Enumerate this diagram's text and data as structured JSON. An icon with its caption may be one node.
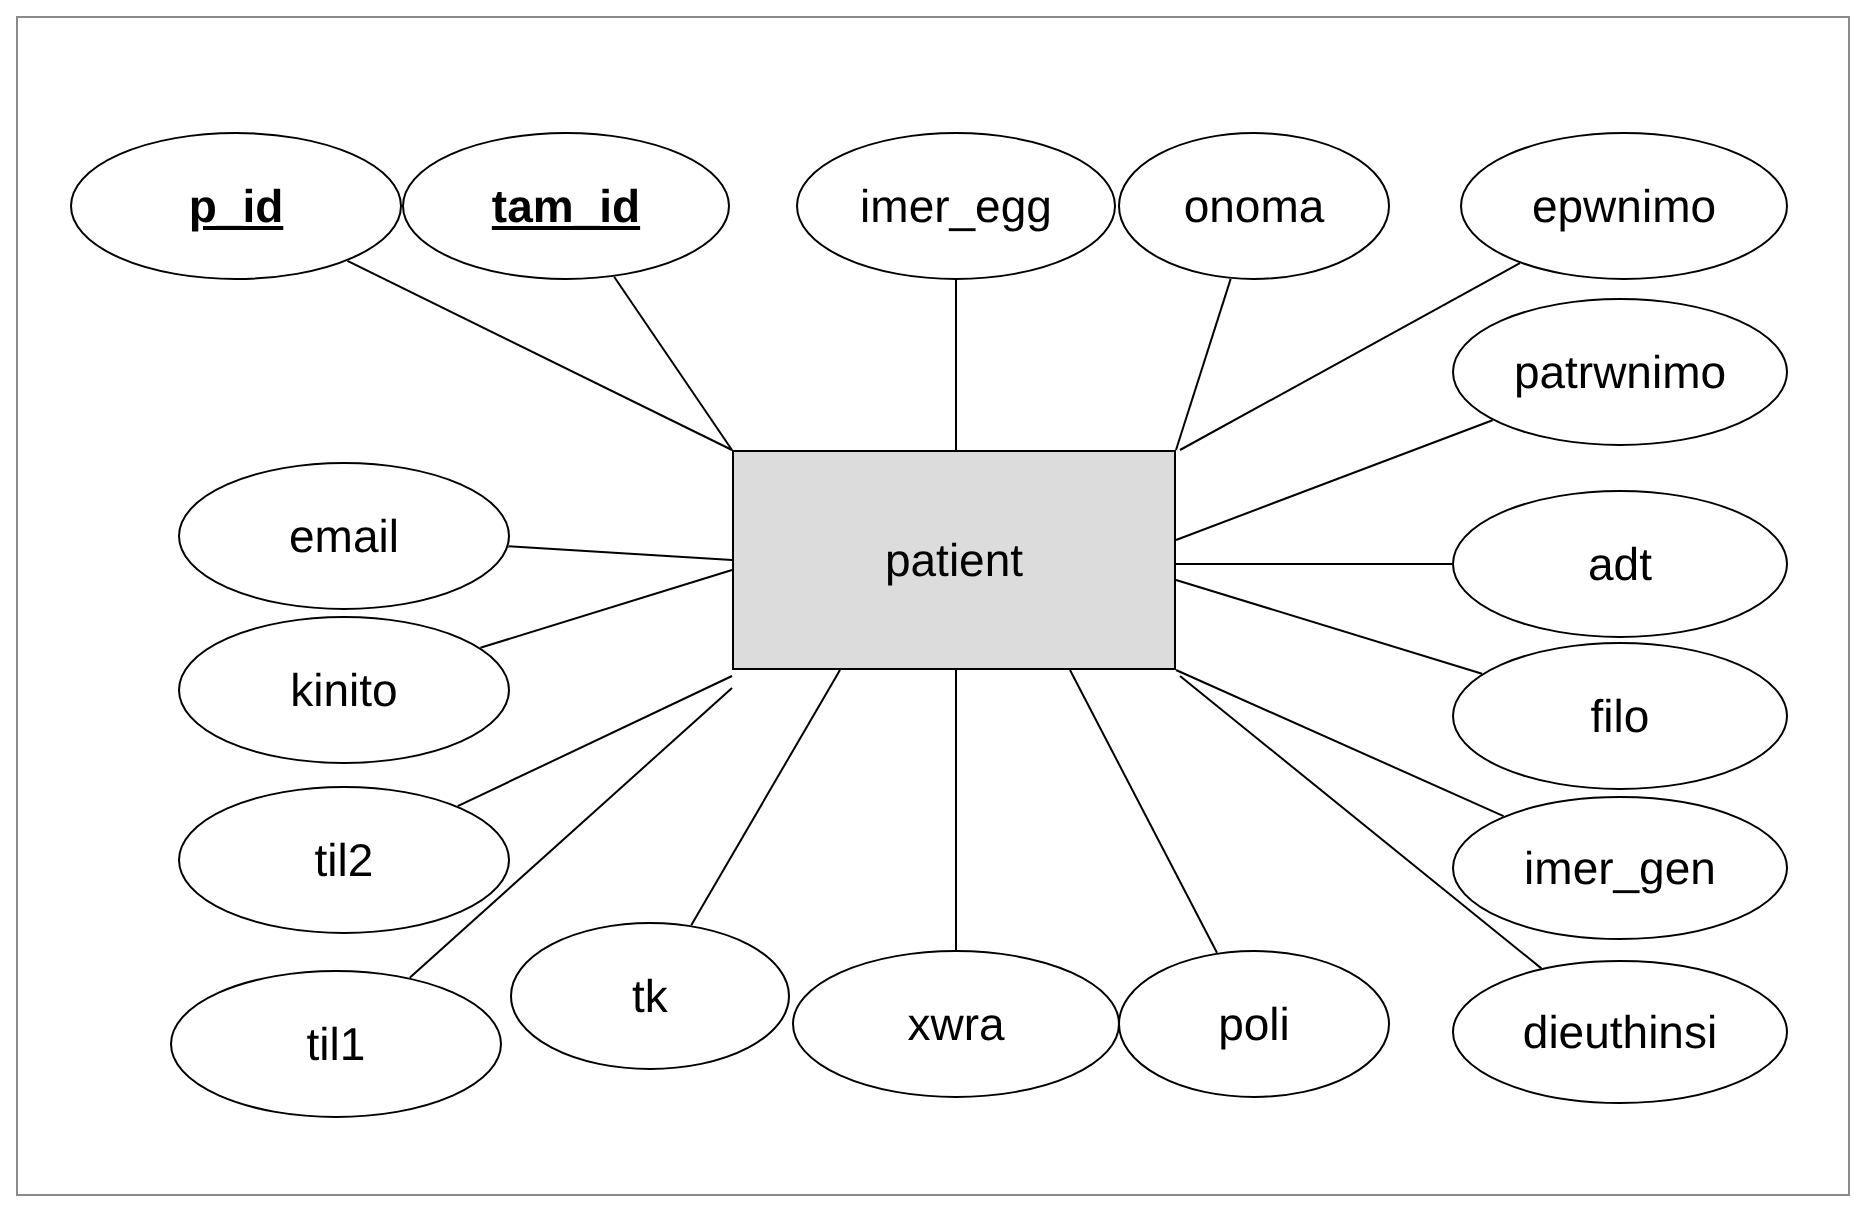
{
  "diagram": {
    "nodes": [
      {
        "text": [
          "patient"
        ]
      },
      {
        "text": [
          "p_id"
        ]
      },
      {
        "text": [
          "tam_id"
        ]
      },
      {
        "text": [
          "imer_egg"
        ]
      },
      {
        "text": [
          "onoma"
        ]
      },
      {
        "text": [
          "epwnimo"
        ]
      },
      {
        "text": [
          "patrwnimo"
        ]
      },
      {
        "text": [
          "email"
        ]
      },
      {
        "text": [
          "adt"
        ]
      },
      {
        "text": [
          "kinito"
        ]
      },
      {
        "text": [
          "filo"
        ]
      },
      {
        "text": [
          "til2"
        ]
      },
      {
        "text": [
          "imer_gen"
        ]
      },
      {
        "text": [
          "til1"
        ]
      },
      {
        "text": [
          "tk"
        ]
      },
      {
        "text": [
          "xwra"
        ]
      },
      {
        "text": [
          "poli"
        ]
      },
      {
        "text": [
          "dieuthinsi"
        ]
      }
    ],
    "edges": [
      {
        "from": 0,
        "to": 1,
        "arrow": "none"
      },
      {
        "from": 0,
        "to": 2,
        "arrow": "none"
      },
      {
        "from": 0,
        "to": 3,
        "arrow": "none"
      },
      {
        "from": 0,
        "to": 4,
        "arrow": "none"
      },
      {
        "from": 0,
        "to": 5,
        "arrow": "none"
      },
      {
        "from": 0,
        "to": 6,
        "arrow": "none"
      },
      {
        "from": 0,
        "to": 7,
        "arrow": "none"
      },
      {
        "from": 0,
        "to": 8,
        "arrow": "none"
      },
      {
        "from": 0,
        "to": 9,
        "arrow": "none"
      },
      {
        "from": 0,
        "to": 10,
        "arrow": "none"
      },
      {
        "from": 0,
        "to": 11,
        "arrow": "none"
      },
      {
        "from": 0,
        "to": 12,
        "arrow": "none"
      },
      {
        "from": 0,
        "to": 13,
        "arrow": "none"
      },
      {
        "from": 0,
        "to": 14,
        "arrow": "none"
      },
      {
        "from": 0,
        "to": 15,
        "arrow": "none"
      },
      {
        "from": 0,
        "to": 16,
        "arrow": "none"
      },
      {
        "from": 0,
        "to": 17,
        "arrow": "none"
      }
    ]
  }
}
